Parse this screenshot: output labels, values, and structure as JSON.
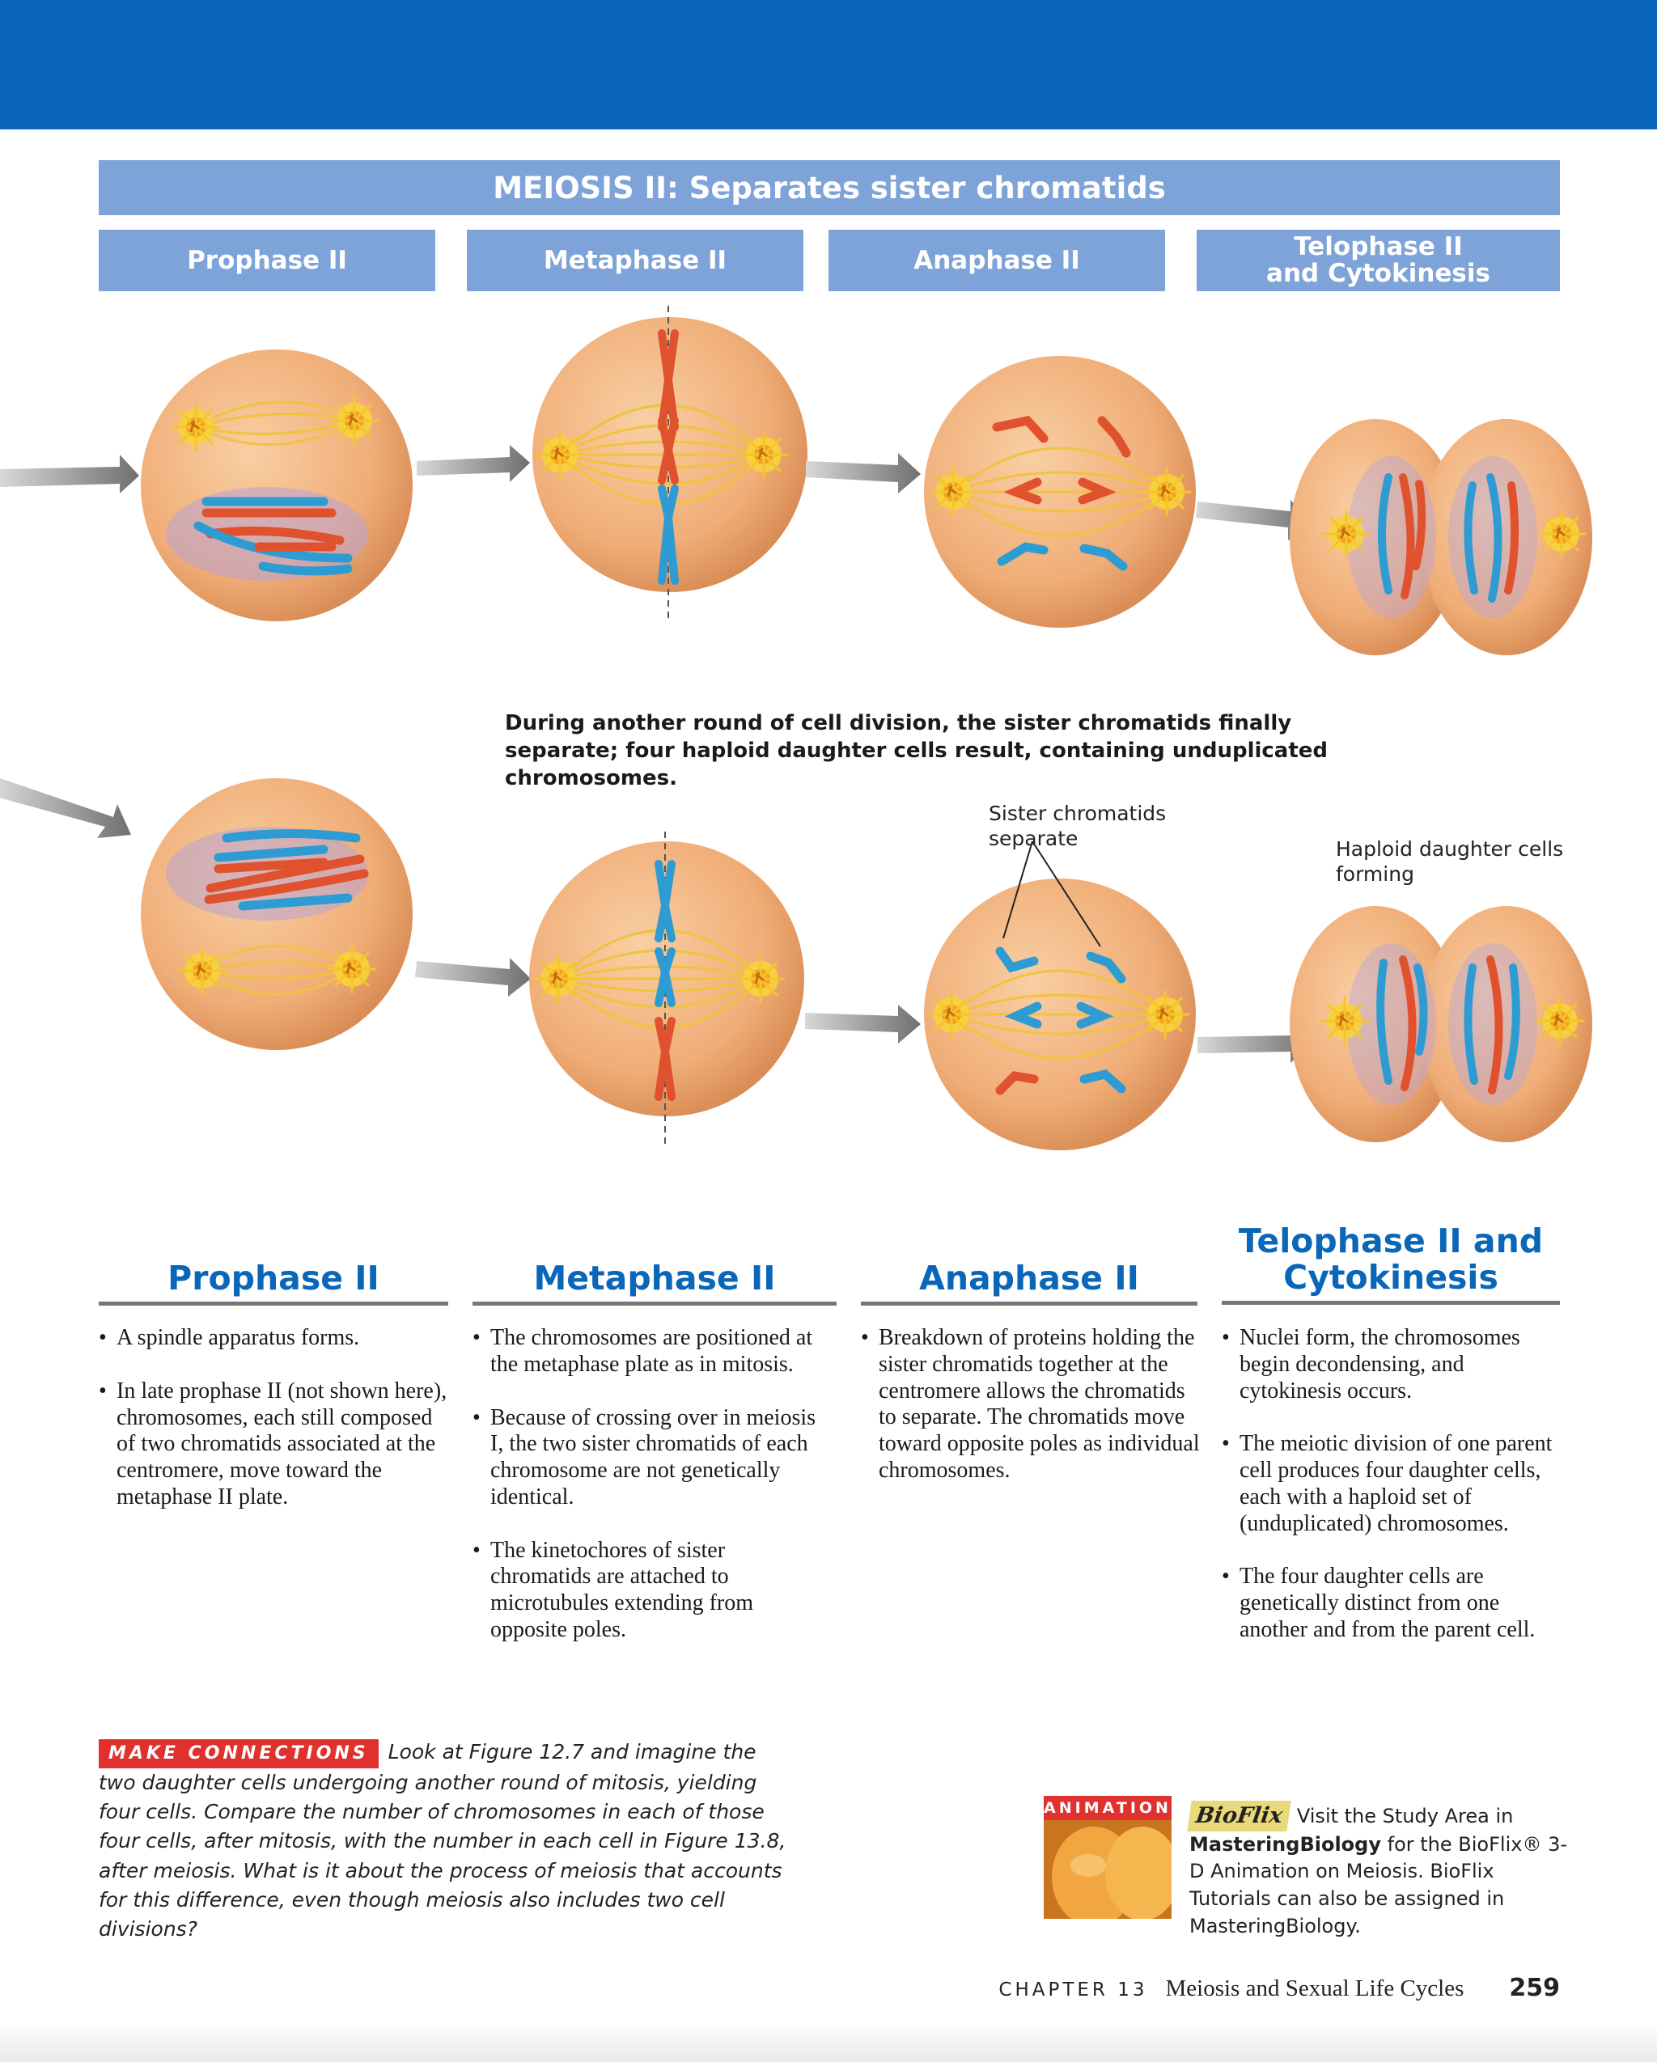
{
  "title": "MEIOSIS II: Separates sister chromatids",
  "phase_tabs": [
    "Prophase II",
    "Metaphase II",
    "Anaphase II",
    "Telophase II\nand Cytokinesis"
  ],
  "caption": "During another round of cell division, the sister chromatids finally separate; four haploid daughter cells result, containing unduplicated chromosomes.",
  "callouts": {
    "sister": "Sister chromatids\nseparate",
    "haploid": "Haploid daughter cells\nforming"
  },
  "columns": [
    {
      "heading": "Prophase II",
      "bullets": [
        "A spindle apparatus forms.",
        "In late prophase II (not shown here), chromosomes, each still composed of two chromatids associated at the centromere, move toward the metaphase II plate."
      ]
    },
    {
      "heading": "Metaphase II",
      "bullets": [
        "The chromosomes are positioned at the metaphase plate as in mitosis.",
        "Because of crossing over in meiosis I, the two sister chromatids of each chromosome are not genetically identical.",
        "The kinetochores of sister chromatids are attached to microtubules extending from opposite poles."
      ]
    },
    {
      "heading": "Anaphase II",
      "bullets": [
        "Breakdown of proteins holding the sister chromatids together at the centromere allows the chromatids to separate. The chromatids move toward opposite poles as individual chromosomes."
      ]
    },
    {
      "heading": "Telophase II and Cytokinesis",
      "bullets": [
        "Nuclei form, the chromosomes begin decondensing, and cytokinesis occurs.",
        "The meiotic division of one parent cell produces four daughter cells, each with a haploid set of (unduplicated) chromosomes.",
        "The four daughter cells are genetically distinct from one another and from the parent cell."
      ]
    }
  ],
  "make_connections": {
    "label": "MAKE CONNECTIONS",
    "text": "Look at Figure 12.7 and imagine the two daughter cells undergoing another round of mitosis, yielding four cells. Compare the number of chromosomes in each of those four cells, after mitosis, with the number in each cell in Figure 13.8, after meiosis. What is it about the process of meiosis that accounts for this difference, even though meiosis also includes two cell divisions?"
  },
  "animation": {
    "label": "ANIMATION",
    "logo": "BioFlix",
    "text_before": "Visit the Study Area in",
    "text_strong": "MasteringBiology",
    "text_after": "for the BioFlix® 3-D Animation on Meiosis. BioFlix Tutorials can also be assigned in MasteringBiology."
  },
  "footer": {
    "chapter": "CHAPTER 13",
    "title": "Meiosis and Sexual Life Cycles",
    "page": "259"
  },
  "colors": {
    "band": "#0a66b8",
    "tab": "#7ea3d8",
    "heading": "#0a66b8",
    "chrom_red": "#e0512e",
    "chrom_blue": "#2f9bd3",
    "cell": "#f0b27d"
  }
}
